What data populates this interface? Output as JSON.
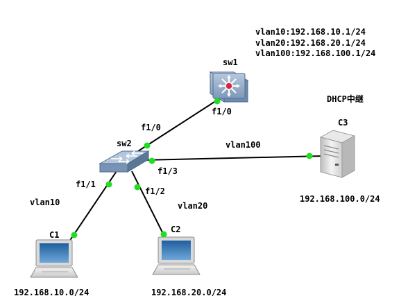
{
  "vlan_info": {
    "line1": "vlan10:192.168.10.1/24",
    "line2": "vlan20:192.168.20.1/24",
    "line3": "vlan100:192.168.100.1/24"
  },
  "devices": {
    "sw1": {
      "name": "sw1",
      "type": "multilayer-switch-icon"
    },
    "sw2": {
      "name": "sw2",
      "type": "switch-icon"
    },
    "c1": {
      "name": "C1",
      "type": "laptop-icon"
    },
    "c2": {
      "name": "C2",
      "type": "laptop-icon"
    },
    "c3": {
      "name": "C3",
      "type": "server-icon"
    }
  },
  "ports": {
    "sw1_f10": "f1/0",
    "sw2_f10": "f1/0",
    "sw2_f11": "f1/1",
    "sw2_f12": "f1/2",
    "sw2_f13": "f1/3"
  },
  "links": {
    "vlan100": "vlan100",
    "vlan10": "vlan10",
    "vlan20": "vlan20"
  },
  "annotations": {
    "dhcp_relay": "DHCP中继"
  },
  "subnets": {
    "c1": "192.168.10.0/24",
    "c2": "192.168.20.0/24",
    "c3": "192.168.100.0/24"
  },
  "colors": {
    "link_point": "#22dd22",
    "line": "#000000",
    "switch_body": "#8ea7c4",
    "switch_dark": "#5b7796",
    "l3_icon_center": "#d7263d"
  }
}
